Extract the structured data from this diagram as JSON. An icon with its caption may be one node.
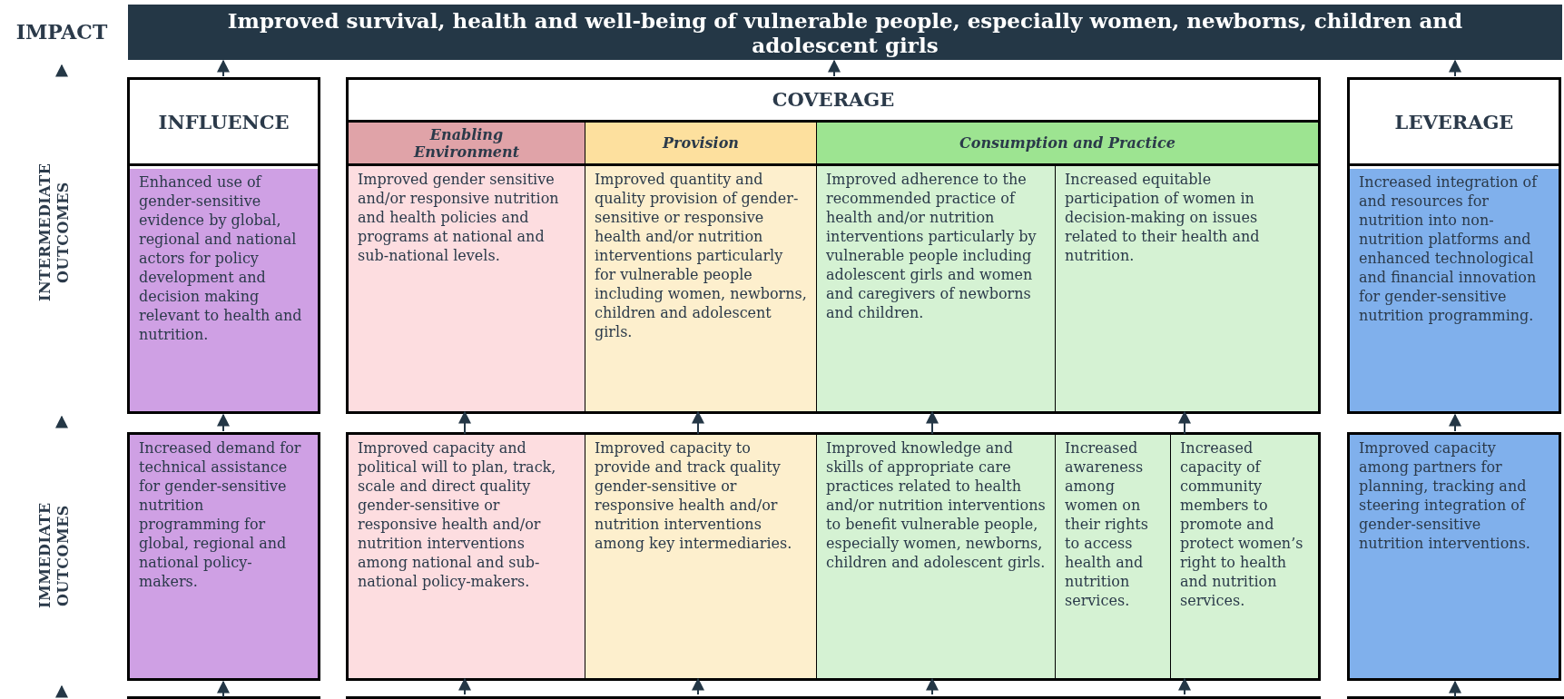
{
  "diagram": {
    "nodes": [
      {
        "text": [
          "Improved survival, health and well-being of vulnerable people, especially women, newborns, children and adolescent girls"
        ]
      },
      {
        "text": [
          "INFLUENCE",
          "Enhanced use of gender-sensitive evidence by global, regional and national actors for policy development and decision making relevant to health and nutrition."
        ]
      },
      {
        "text": [
          "COVERAGE"
        ]
      },
      {
        "text": [
          "Enabling Environment"
        ],
        "in": 2
      },
      {
        "text": [
          "Provision"
        ],
        "in": 2
      },
      {
        "text": [
          "Consumption and Practice"
        ],
        "in": 2
      },
      {
        "text": [
          "Improved gender sensitive and/or responsive nutrition and health policies and programs at national and sub-national levels."
        ],
        "in": 2
      },
      {
        "text": [
          "Improved quantity and quality provision of gender-sensitive or responsive health and/or nutrition interventions particularly for vulnerable people including women, newborns, children and adolescent girls."
        ],
        "in": 2
      },
      {
        "text": [
          "Improved adherence to the recommended practice of health and/or nutrition interventions particularly by vulnerable people including adolescent girls and women and caregivers of newborns and children."
        ],
        "in": 2
      },
      {
        "text": [
          "Increased equitable participation of women in decision-making on issues related to their health and nutrition."
        ],
        "in": 2
      },
      {
        "text": [
          "LEVERAGE",
          "Increased integration of and resources for nutrition into non-nutrition platforms and enhanced technological and financial innovation for gender-sensitive nutrition programming."
        ]
      },
      {
        "text": [
          "Increased demand for technical assistance for gender-sensitive nutrition programming for global, regional and national policy-makers."
        ]
      },
      {
        "text": [],
        "shape": "box"
      },
      {
        "text": [
          "Improved capacity and political will to plan, track, scale and direct quality gender-sensitive or responsive health and/or nutrition interventions among national and sub-national policy-makers."
        ],
        "in": 12
      },
      {
        "text": [
          "Improved capacity to provide and track quality gender-sensitive or responsive health and/or nutrition interventions among key intermediaries."
        ],
        "in": 12
      },
      {
        "text": [
          "Improved knowledge and skills of appropriate care practices related to health and/or nutrition interventions to benefit vulnerable people, especially women, newborns, children and adolescent girls."
        ],
        "in": 12
      },
      {
        "text": [
          "Increased awareness among women on their rights to access health and nutrition services."
        ],
        "in": 12
      },
      {
        "text": [
          "Increased capacity of community members to promote and protect women’s right to health and nutrition services."
        ],
        "in": 12
      },
      {
        "text": [
          "Improved capacity among partners for planning, tracking and steering integration of gender-sensitive nutrition interventions."
        ]
      }
    ],
    "edges": [
      {
        "from": 1,
        "to": 0,
        "arrow": "to"
      },
      {
        "from": 2,
        "to": 0,
        "arrow": "to"
      },
      {
        "from": 10,
        "to": 0,
        "arrow": "to"
      },
      {
        "from": 11,
        "to": 1,
        "arrow": "to"
      },
      {
        "from": 13,
        "to": 6,
        "arrow": "to"
      },
      {
        "from": 14,
        "to": 7,
        "arrow": "to"
      },
      {
        "from": 15,
        "to": 8,
        "arrow": "to"
      },
      {
        "from": 17,
        "to": 9,
        "arrow": "to"
      },
      {
        "from": 18,
        "to": 10,
        "arrow": "to"
      },
      {
        "from": null,
        "to": 11,
        "arrow": "to"
      },
      {
        "from": null,
        "to": 13,
        "arrow": "to"
      },
      {
        "from": null,
        "to": 14,
        "arrow": "to"
      },
      {
        "from": null,
        "to": 15,
        "arrow": "to"
      },
      {
        "from": null,
        "to": 17,
        "arrow": "to"
      },
      {
        "from": null,
        "to": 18,
        "arrow": "to"
      }
    ],
    "labels": [
      "IMPACT",
      "INTERMEDIATE OUTCOMES",
      "IMMEDIATE OUTCOMES"
    ]
  }
}
